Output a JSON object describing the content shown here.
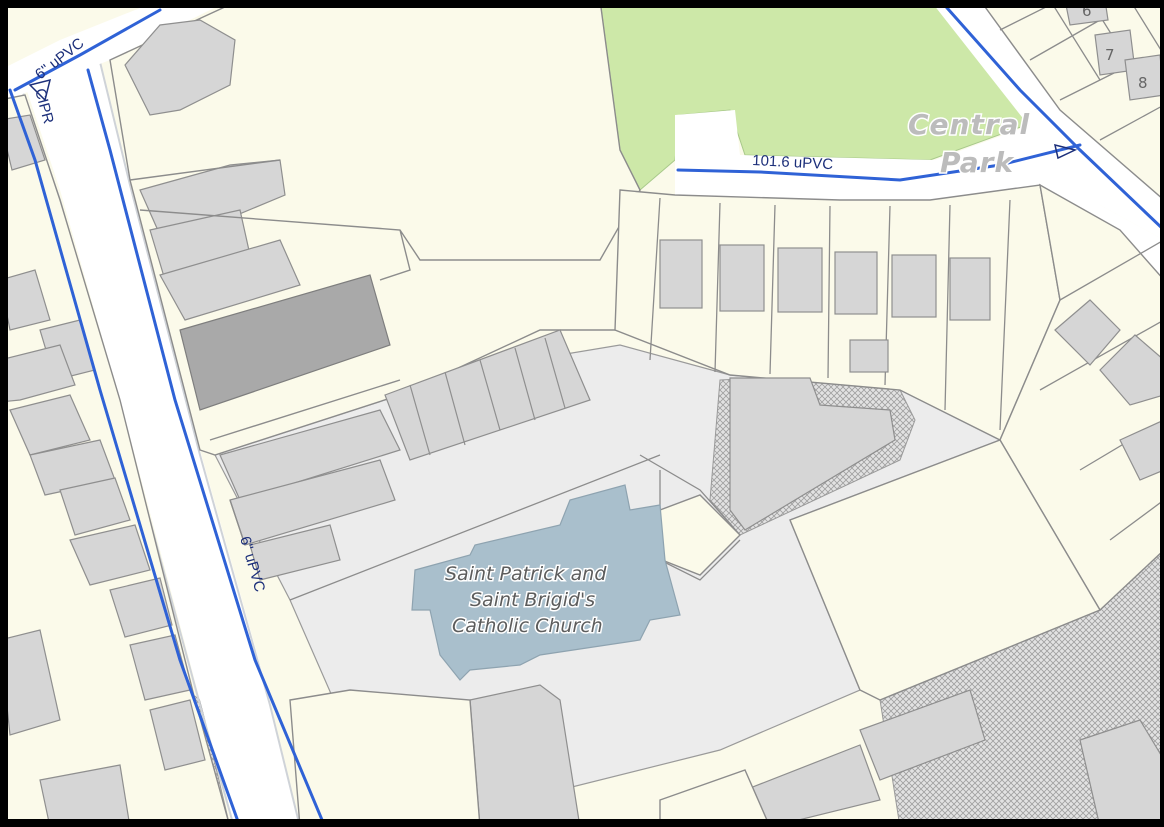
{
  "map": {
    "colors": {
      "land": "#fbfaea",
      "park": "#cde8a8",
      "church": "#a9bfcc",
      "building": "#d6d6d6",
      "pipe": "#2f62d6",
      "road": "#ffffff"
    },
    "pipe_labels": {
      "main_road": "6\" uPVC",
      "park_road": "101.6 uPVC",
      "corner_a": "6\" uPVC",
      "corner_b": "CIPR"
    },
    "place_labels": {
      "park_line1": "Central",
      "park_line2": "Park",
      "church_line1": "Saint Patrick and",
      "church_line2": "Saint Brigid's",
      "church_line3": "Catholic Church"
    },
    "house_numbers": [
      "6",
      "7",
      "8"
    ]
  }
}
